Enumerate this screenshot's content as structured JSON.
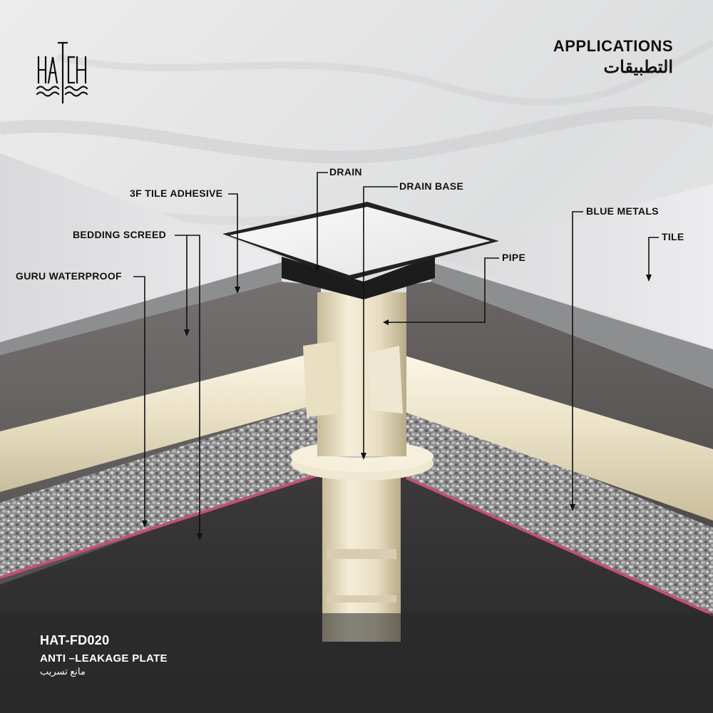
{
  "header": {
    "title": "APPLICATIONS",
    "title_arabic": "التطبيقات"
  },
  "brand": {
    "logo_text": "HATCH"
  },
  "labels": {
    "drain": "DRAIN",
    "drain_base": "DRAIN BASE",
    "tile_adhesive": "3F TILE ADHESIVE",
    "bedding_screed": "BEDDING SCREED",
    "guru_waterproof": "GURU WATERPROOF",
    "blue_metals": "BLUE METALS",
    "pipe": "PIPE",
    "tile": "TILE"
  },
  "product": {
    "code": "HAT-FD020",
    "name": "ANTI –LEAKAGE PLATE",
    "name_arabic": "مانع تسريب"
  },
  "colors": {
    "pipe": "#eee6cf",
    "screed": "#6b6764",
    "waterproof": "#c2507a",
    "footer": "#2a2a2b",
    "drain_frame": "#1c1c1c"
  }
}
